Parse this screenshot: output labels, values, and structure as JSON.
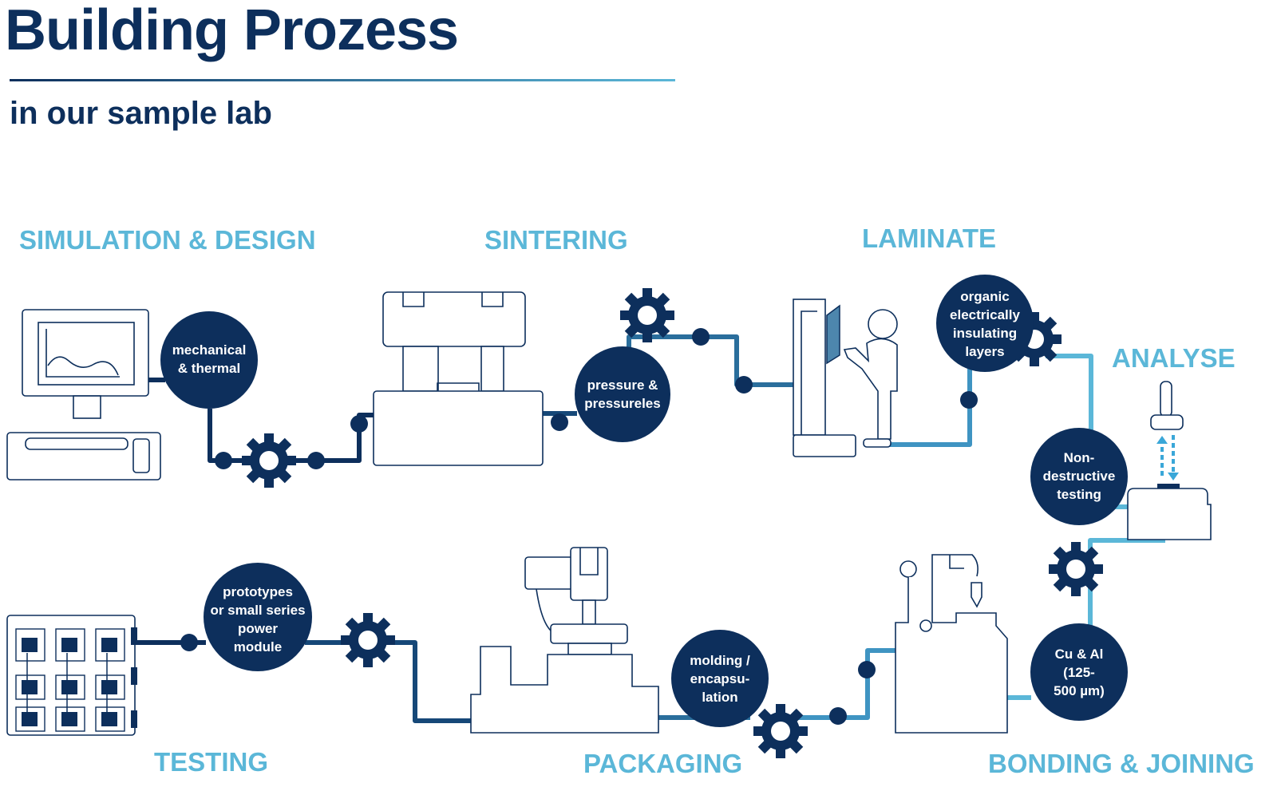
{
  "header": {
    "title": "Building Prozess",
    "subtitle": "in our sample lab"
  },
  "stages": {
    "simulation": "SIMULATION & DESIGN",
    "sintering": "SINTERING",
    "laminate": "LAMINATE",
    "analyse": "ANALYSE",
    "testing": "TESTING",
    "packaging": "PACKAGING",
    "bonding": "BONDING & JOINING"
  },
  "bubbles": {
    "mechanical": [
      "mechanical",
      "& thermal"
    ],
    "pressure": [
      "pressure &",
      "pressureles"
    ],
    "organic": [
      "organic",
      "electrically",
      "insulating",
      "layers"
    ],
    "nondestructive": [
      "Non-",
      "destructive",
      "testing"
    ],
    "cual": [
      "Cu & Al",
      "(125-",
      "500 µm)"
    ],
    "molding": [
      "molding /",
      "encapsu-",
      "lation"
    ],
    "prototypes": [
      "prototypes",
      "or small series",
      "power",
      "module"
    ]
  },
  "colors": {
    "dark": "#0d2f5c",
    "mid": "#2a6e9c",
    "light": "#5bb7d8"
  }
}
